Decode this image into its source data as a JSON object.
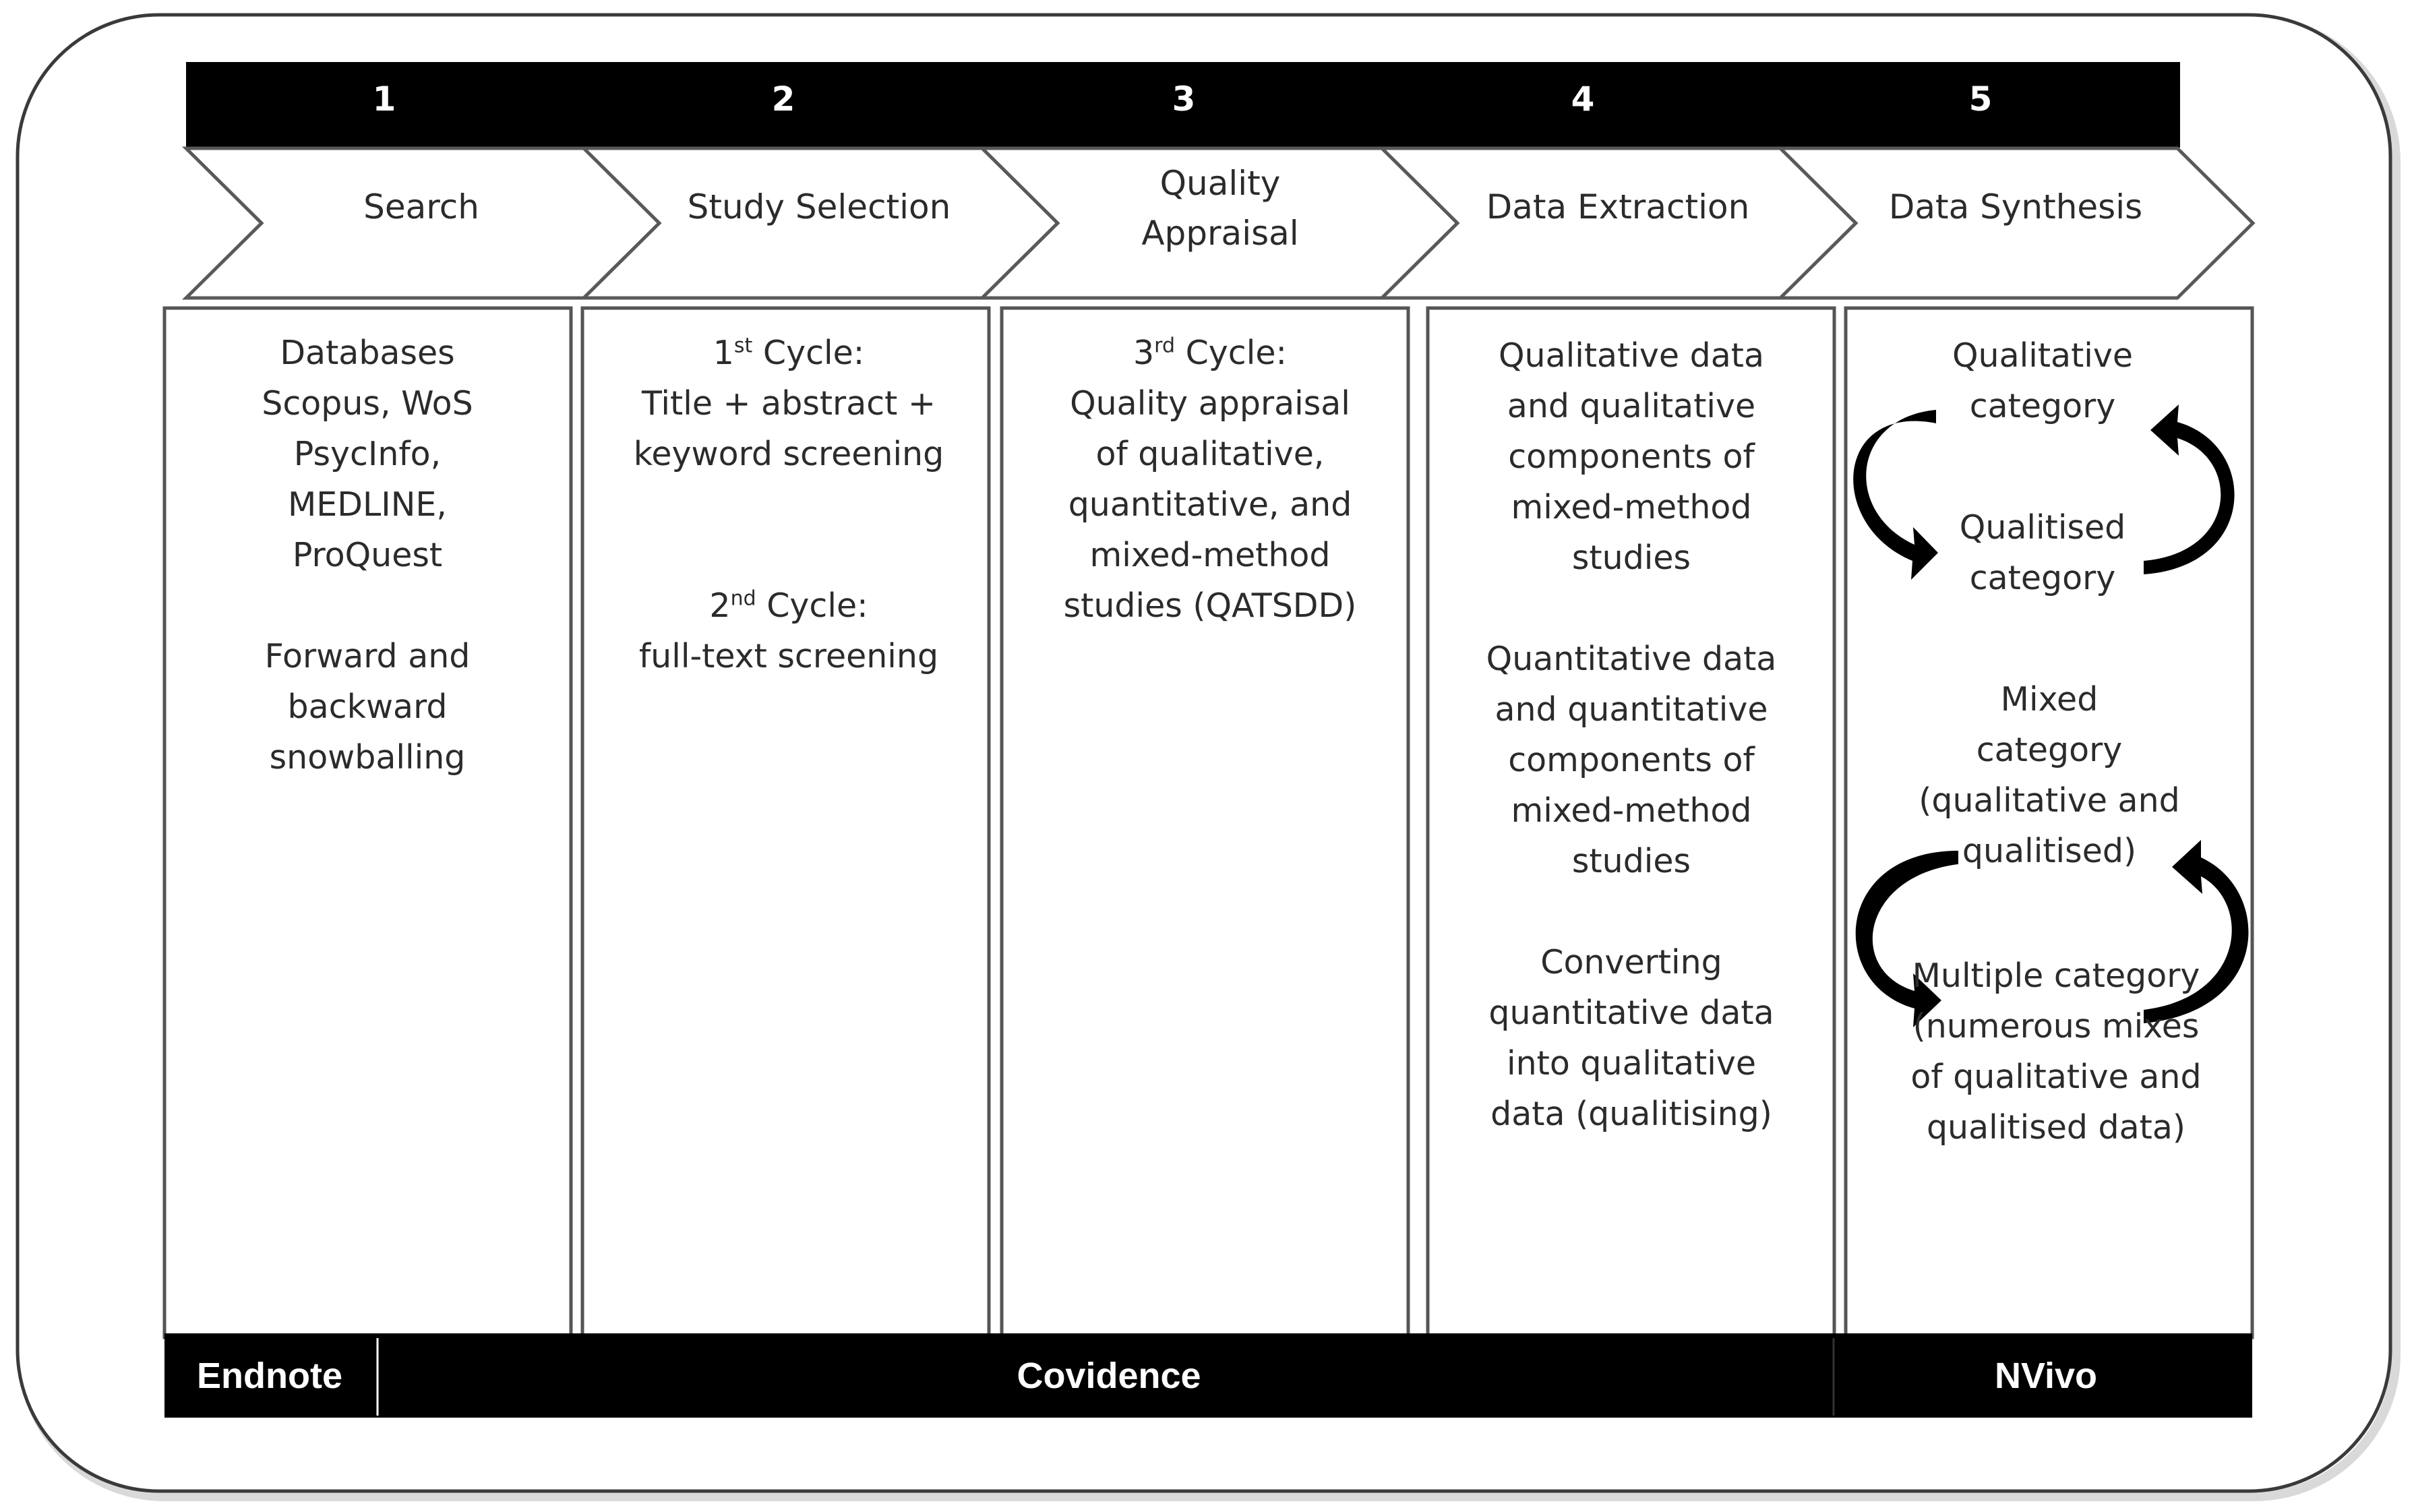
{
  "stages": [
    {
      "number": "1",
      "label": "Search"
    },
    {
      "number": "2",
      "label": "Study Selection"
    },
    {
      "number": "3",
      "label": "Quality Appraisal"
    },
    {
      "number": "4",
      "label": "Data Extraction"
    },
    {
      "number": "5",
      "label": "Data Synthesis"
    }
  ],
  "columns": {
    "search": {
      "databases_heading": "Databases",
      "databases_list": [
        "Scopus, WoS",
        "PsycInfo,",
        "MEDLINE,",
        "ProQuest"
      ],
      "snowballing": [
        "Forward and",
        "backward",
        "snowballing"
      ]
    },
    "selection": {
      "cycle1_num": "1",
      "cycle1_sup": "st",
      "cycle1_label": " Cycle:",
      "cycle1_lines": [
        "Title + abstract +",
        "keyword screening"
      ],
      "cycle2_num": "2",
      "cycle2_sup": "nd",
      "cycle2_label": " Cycle:",
      "cycle2_lines": [
        "full-text screening"
      ]
    },
    "appraisal": {
      "cycle3_num": "3",
      "cycle3_sup": "rd",
      "cycle3_label": " Cycle:",
      "lines": [
        "Quality appraisal",
        "of qualitative,",
        "quantitative, and",
        "mixed-method",
        "studies (QATSDD)"
      ]
    },
    "extraction": {
      "qualitative": [
        "Qualitative data",
        "and qualitative",
        "components of",
        "mixed-method",
        "studies"
      ],
      "quantitative": [
        "Quantitative data",
        "and quantitative",
        "components of",
        "mixed-method",
        "studies"
      ],
      "converting": [
        "Converting",
        "quantitative data",
        "into qualitative",
        "data (qualitising)"
      ]
    },
    "synthesis": {
      "qualitative_category": [
        "Qualitative",
        "category"
      ],
      "qualitised_category": [
        "Qualitised",
        "category"
      ],
      "mixed_category": [
        "Mixed",
        "category",
        "(qualitative and",
        "qualitised)"
      ],
      "multiple_category": [
        "Multiple category",
        "(numerous mixes",
        "of qualitative and",
        "qualitised data)"
      ]
    }
  },
  "tools": {
    "endnote": "Endnote",
    "covidence": "Covidence",
    "nvivo": "NVivo"
  }
}
